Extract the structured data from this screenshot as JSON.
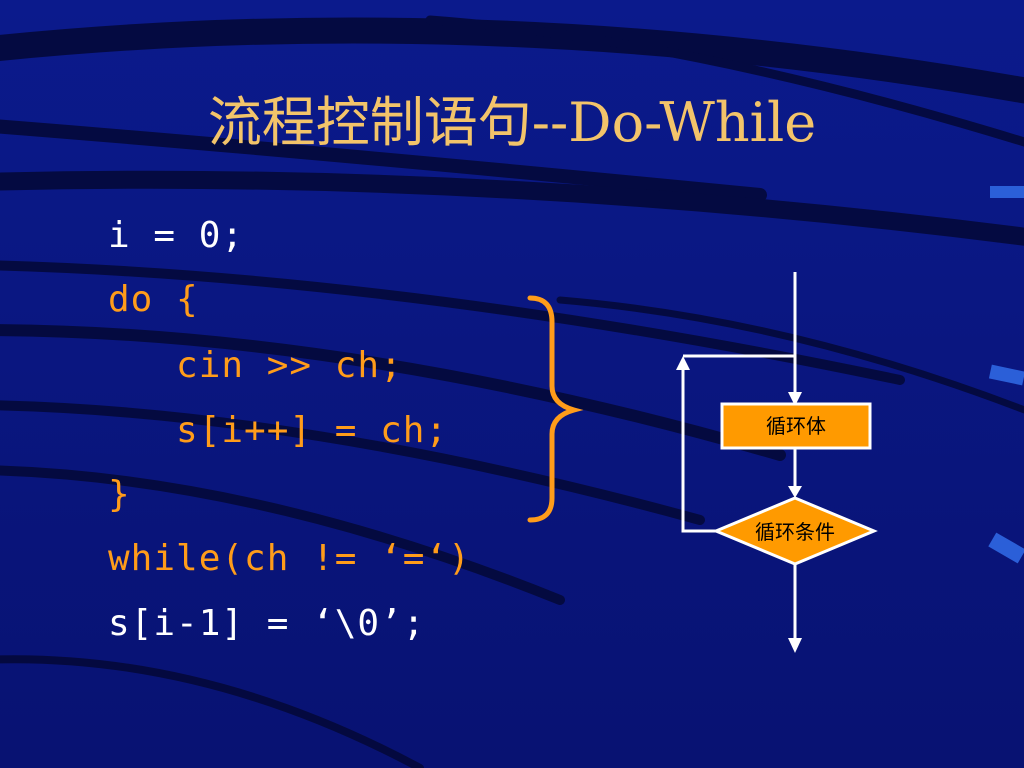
{
  "slide": {
    "title": "流程控制语句--Do-While"
  },
  "code": {
    "lines": [
      "i = 0;",
      "do {",
      "   cin >> ch;",
      "   s[i++] = ch;",
      "}",
      "while(ch != ‘=‘)",
      "s[i-1] = ‘\\0’;"
    ]
  },
  "flowchart": {
    "body_label": "循环体",
    "condition_label": "循环条件"
  },
  "colors": {
    "background": "#0a1680",
    "title": "#f3c46a",
    "code_white": "#ffffff",
    "code_orange": "#ff9c1a",
    "box_fill": "#ff9a00"
  }
}
